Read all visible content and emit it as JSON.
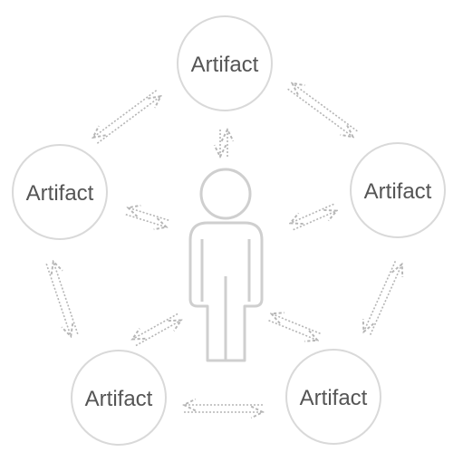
{
  "nodes": [
    {
      "id": "top",
      "label": "Artifact"
    },
    {
      "id": "left",
      "label": "Artifact"
    },
    {
      "id": "right",
      "label": "Artifact"
    },
    {
      "id": "bottom-left",
      "label": "Artifact"
    },
    {
      "id": "bottom-right",
      "label": "Artifact"
    }
  ],
  "colors": {
    "circle_stroke": "#d9d9d9",
    "person_stroke": "#cfcfcf",
    "arrow_stroke": "#b5b5b5",
    "label_text": "#555555"
  },
  "icons": [
    "person-icon",
    "bidirectional-arrow-icon"
  ]
}
